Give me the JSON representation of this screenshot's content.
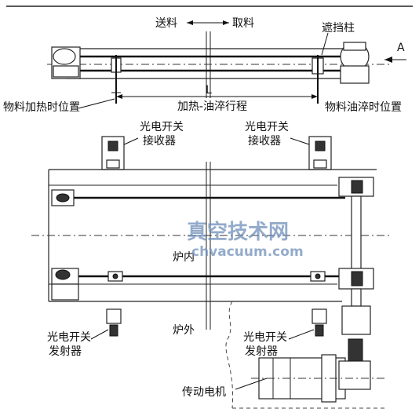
{
  "top_view": {
    "direction_left": "送料",
    "direction_right": "取料",
    "stop_post": "遮挡柱",
    "view_arrow": "A",
    "stroke_symbol": "L",
    "stroke_label": "加热-油淬行程",
    "heat_position": "物料加热时位置",
    "quench_position": "物料油淬时位置"
  },
  "bottom_view": {
    "receiver_left_line1": "光电开关",
    "receiver_left_line2": "接收器",
    "receiver_right_line1": "光电开关",
    "receiver_right_line2": "接收器",
    "furnace_inside": "炉内",
    "furnace_outside": "炉外",
    "emitter_left_line1": "光电开关",
    "emitter_left_line2": "发射器",
    "emitter_right_line1": "光电开关",
    "emitter_right_line2": "发射器",
    "motor": "传动电机"
  },
  "watermark": {
    "cn": "真空技术网",
    "url": "chvacuum.com"
  }
}
